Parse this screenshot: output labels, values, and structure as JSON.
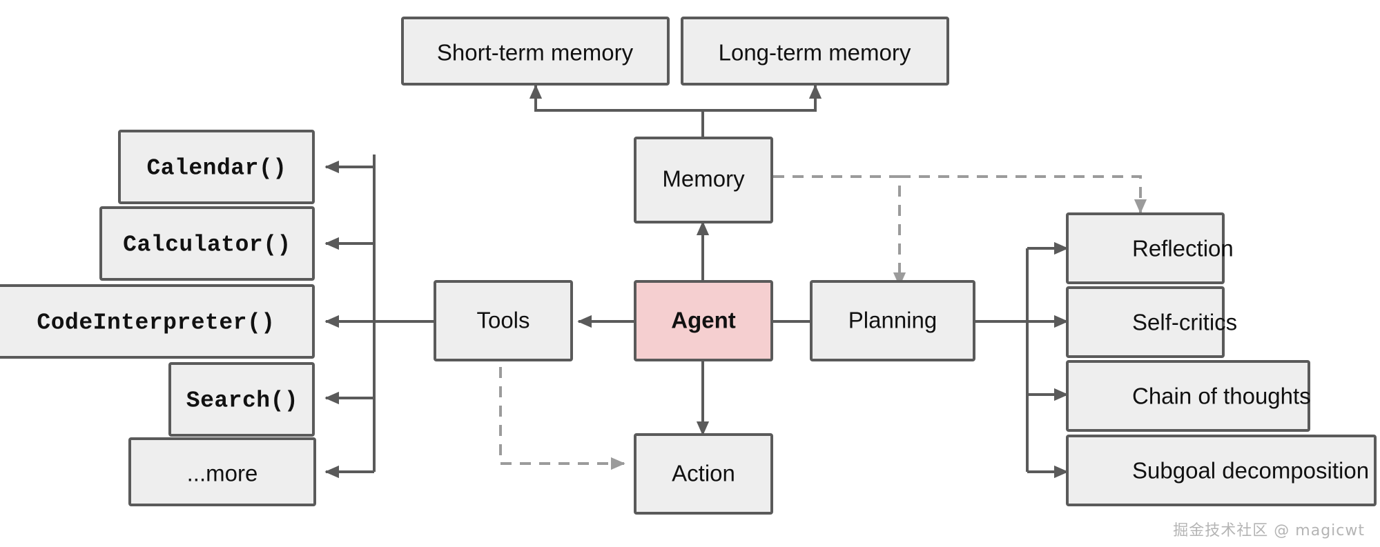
{
  "diagram": {
    "title_center": "Agent",
    "accent_color": "#f5cfd0",
    "node_fill": "#eeeeee",
    "node_stroke": "#5a5a5a",
    "dashed_stroke": "#9b9b9b",
    "memory_nodes": [
      {
        "id": "short-term-memory",
        "label": "Short-term memory"
      },
      {
        "id": "long-term-memory",
        "label": "Long-term memory"
      }
    ],
    "core_nodes": [
      {
        "id": "memory",
        "label": "Memory"
      },
      {
        "id": "tools",
        "label": "Tools"
      },
      {
        "id": "agent",
        "label": "Agent"
      },
      {
        "id": "planning",
        "label": "Planning"
      },
      {
        "id": "action",
        "label": "Action"
      }
    ],
    "tool_nodes": [
      {
        "id": "calendar",
        "label": "Calendar()"
      },
      {
        "id": "calculator",
        "label": "Calculator()"
      },
      {
        "id": "code-interpreter",
        "label": "CodeInterpreter()"
      },
      {
        "id": "search",
        "label": "Search()"
      },
      {
        "id": "more",
        "label": "...more"
      }
    ],
    "planning_nodes": [
      {
        "id": "reflection",
        "label": "Reflection"
      },
      {
        "id": "self-critics",
        "label": "Self-critics"
      },
      {
        "id": "chain-of-thoughts",
        "label": "Chain of thoughts"
      },
      {
        "id": "subgoal-decomposition",
        "label": "Subgoal decomposition"
      }
    ],
    "watermark": "掘金技术社区 @ magicwt"
  }
}
